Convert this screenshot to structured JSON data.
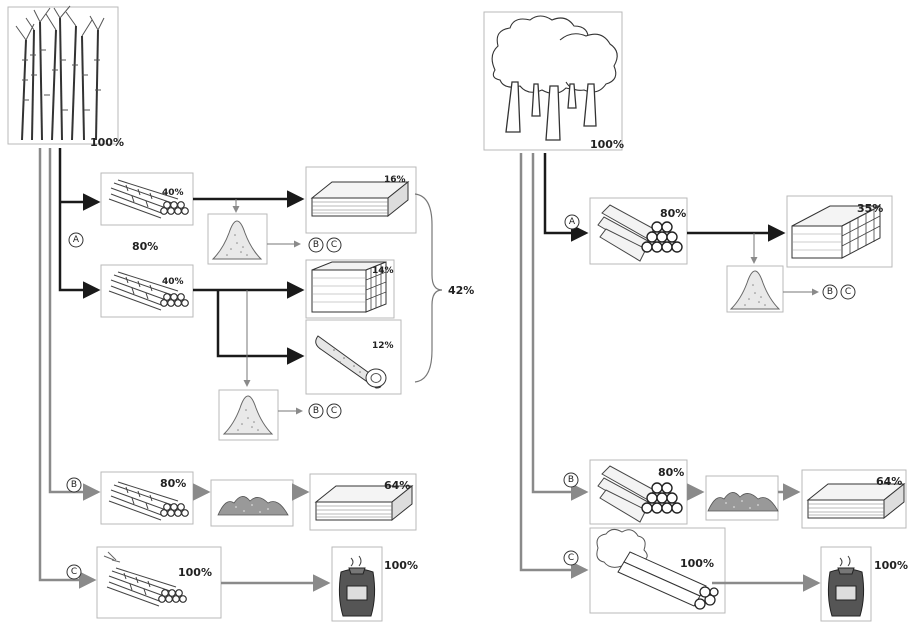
{
  "left": {
    "source_pct": "100%",
    "route_a": {
      "letter": "A",
      "total_pct": "80%",
      "branch1": {
        "bundle_pct": "40%",
        "product_pct": "16%",
        "residue_labels": [
          "B",
          "C"
        ]
      },
      "branch2": {
        "bundle_pct": "40%",
        "product1_pct": "14%",
        "product2_pct": "12%",
        "residue_labels": [
          "B",
          "C"
        ]
      },
      "combined_pct": "42%"
    },
    "route_b": {
      "letter": "B",
      "bundle_pct": "80%",
      "product_pct": "64%"
    },
    "route_c": {
      "letter": "C",
      "bundle_pct": "100%",
      "product_pct": "100%"
    }
  },
  "right": {
    "source_pct": "100%",
    "route_a": {
      "letter": "A",
      "logs_pct": "80%",
      "product_pct": "35%",
      "residue_labels": [
        "B",
        "C"
      ]
    },
    "route_b": {
      "letter": "B",
      "logs_pct": "80%",
      "product_pct": "64%"
    },
    "route_c": {
      "letter": "C",
      "logs_pct": "100%",
      "product_pct": "100%"
    }
  },
  "colors": {
    "arrow_dark": "#1a1a1a",
    "arrow_light": "#8a8a8a",
    "box_border": "#b9b9b9"
  }
}
